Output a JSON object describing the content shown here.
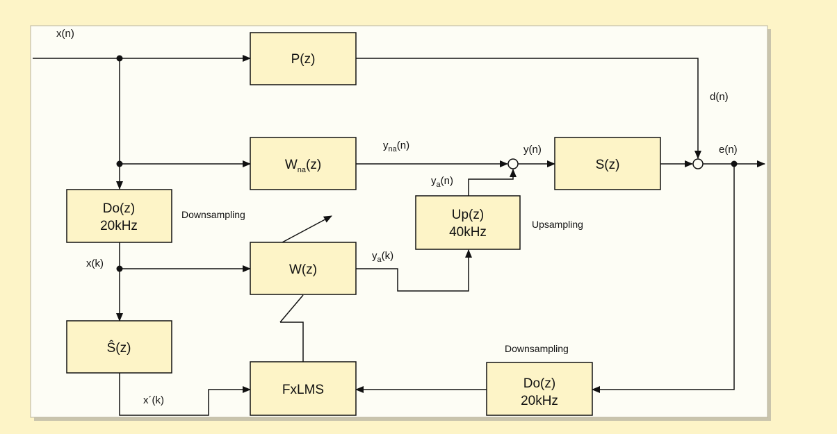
{
  "blocks": {
    "p": "P(z)",
    "wna": {
      "main": "W",
      "sub": "na",
      "rest": "(z)"
    },
    "s": "S(z)",
    "do_top": {
      "line1": "Do(z)",
      "line2": "20kHz"
    },
    "up": {
      "line1": "Up(z)",
      "line2": "40kHz"
    },
    "w": "W(z)",
    "shat": "Ŝ(z)",
    "fxlms": "FxLMS",
    "do_bottom": {
      "line1": "Do(z)",
      "line2": "20kHz"
    }
  },
  "signals": {
    "xn": "x(n)",
    "dn": "d(n)",
    "yna": {
      "main": "y",
      "sub": "na",
      "rest": "(n)"
    },
    "yn": "y(n)",
    "en": "e(n)",
    "ya_n": {
      "main": "y",
      "sub": "a",
      "rest": "(n)"
    },
    "ya_k": {
      "main": "y",
      "sub": "a",
      "rest": "(k)"
    },
    "xk": "x(k)",
    "xprime_k": "x´(k)"
  },
  "notes": {
    "downsampling_top": "Downsampling",
    "upsampling": "Upsampling",
    "downsampling_bottom": "Downsampling"
  },
  "colors": {
    "background": "#fdf4c7",
    "panel": "#fdfdf5",
    "shadow": "#c9c4ac",
    "line": "#111111",
    "block_fill": "#fdf4c7"
  }
}
